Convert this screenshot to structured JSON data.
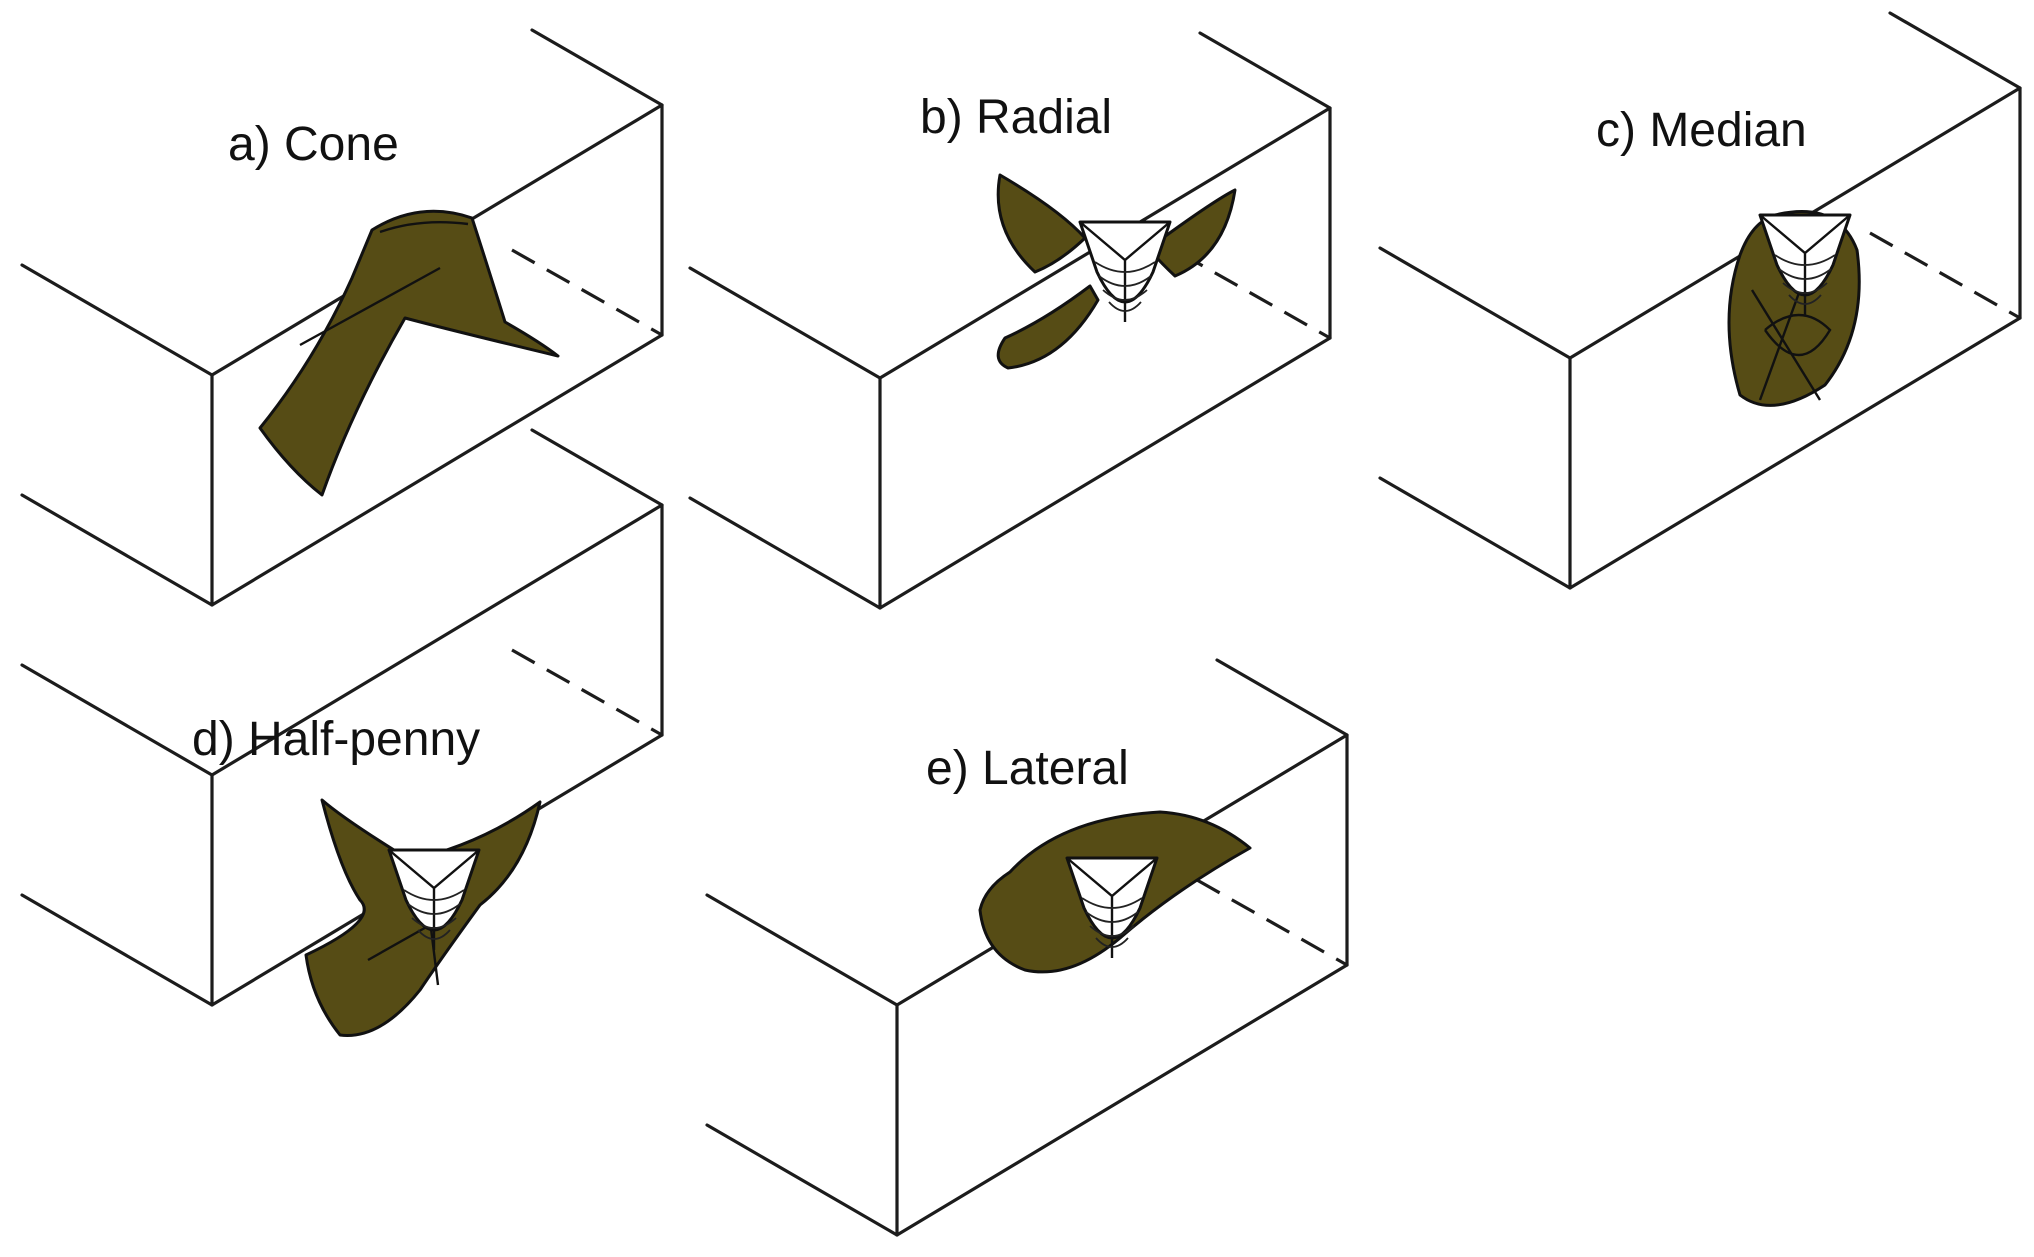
{
  "panels": [
    {
      "id": "a",
      "label": "a) Cone"
    },
    {
      "id": "b",
      "label": "b) Radial"
    },
    {
      "id": "c",
      "label": "c) Median"
    },
    {
      "id": "d",
      "label": "d) Half-penny"
    },
    {
      "id": "e",
      "label": "e) Lateral"
    }
  ],
  "colors": {
    "crack_fill": "#564c15",
    "line": "#1c1c1c",
    "background": "#ffffff"
  }
}
